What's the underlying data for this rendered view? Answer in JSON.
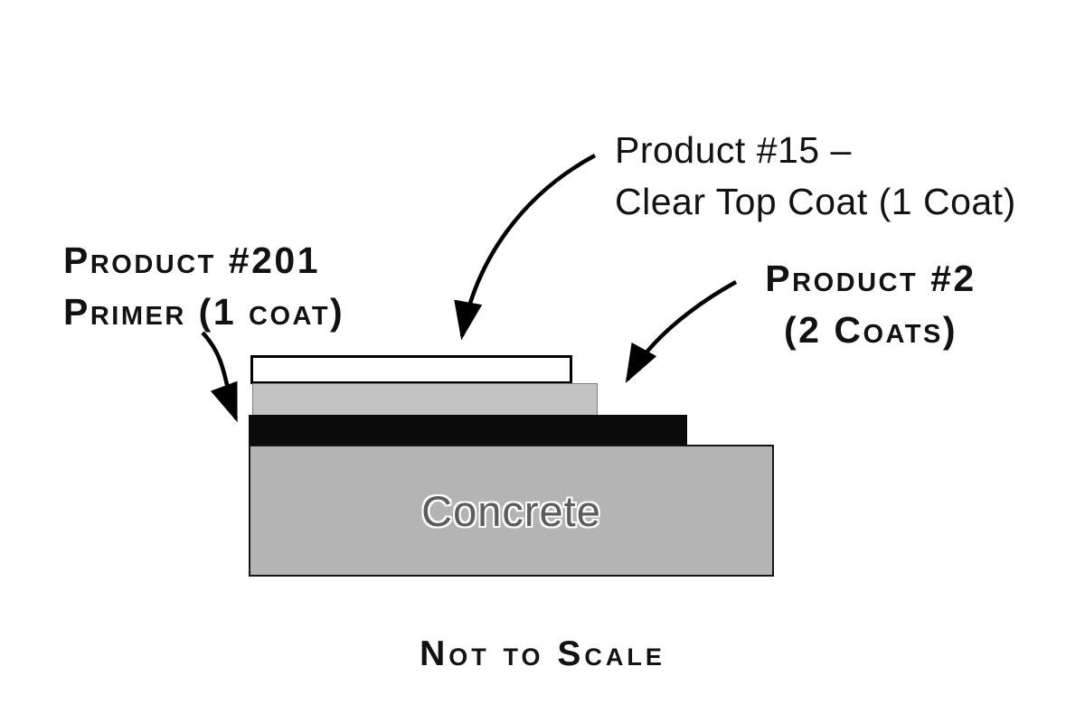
{
  "diagram": {
    "title": "Coating system cross-section",
    "labels": {
      "topcoat_line1": "Product #15 –",
      "topcoat_line2": "Clear Top Coat  (1 Coat)",
      "primer_line1": "Product #201",
      "primer_line2": "Primer (1 coat)",
      "product2_line1": "Product #2",
      "product2_line2": "(2 Coats)",
      "concrete": "Concrete",
      "footer": "Not to Scale"
    },
    "colors": {
      "topcoat": "#ffffff",
      "product2": "#c3c3c3",
      "primer": "#0b0b0b",
      "concrete": "#b4b4b4",
      "outline": "#000000"
    }
  }
}
